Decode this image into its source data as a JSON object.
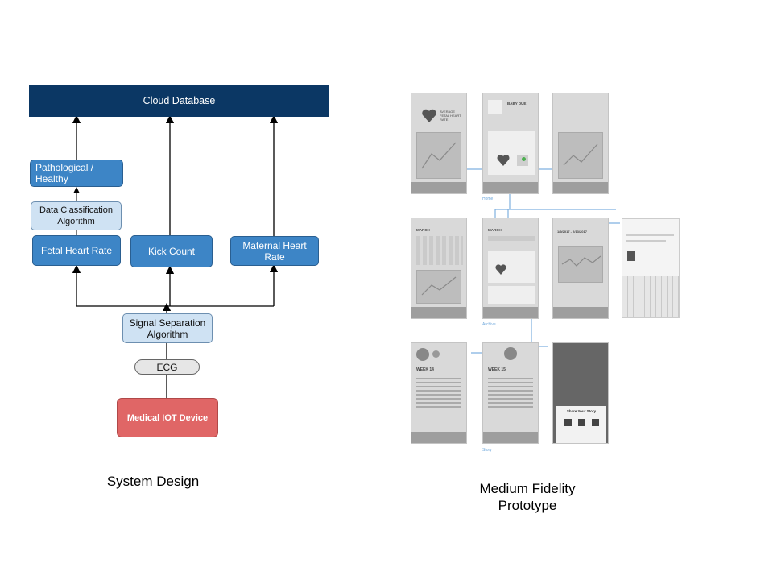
{
  "left_diagram": {
    "cloud": "Cloud Database",
    "pathological": "Pathological / Healthy",
    "classification": "Data Classification Algorithm",
    "fetal": "Fetal Heart Rate",
    "kick": "Kick Count",
    "maternal": "Maternal Heart Rate",
    "signal": "Signal Separation Algorithm",
    "ecg": "ECG",
    "device": "Medical IOT Device",
    "caption": "System Design"
  },
  "prototype": {
    "caption": "Medium Fidelity Prototype",
    "labels": {
      "home": "Home",
      "archive": "Archive",
      "story": "Story"
    },
    "screens": {
      "home1_title": "AVERAGE FETAL HEART RATE",
      "home2_title": "BABY DUE",
      "archive_month": "MARCH",
      "date_range": "1/9/2017 - 2/13/2017",
      "week1": "WEEK 14",
      "week2": "WEEK 15",
      "share": "Share Your Story"
    }
  },
  "colors": {
    "navy": "#0b3764",
    "blue": "#3d85c6",
    "light_blue": "#cfe2f3",
    "red": "#e06666"
  }
}
